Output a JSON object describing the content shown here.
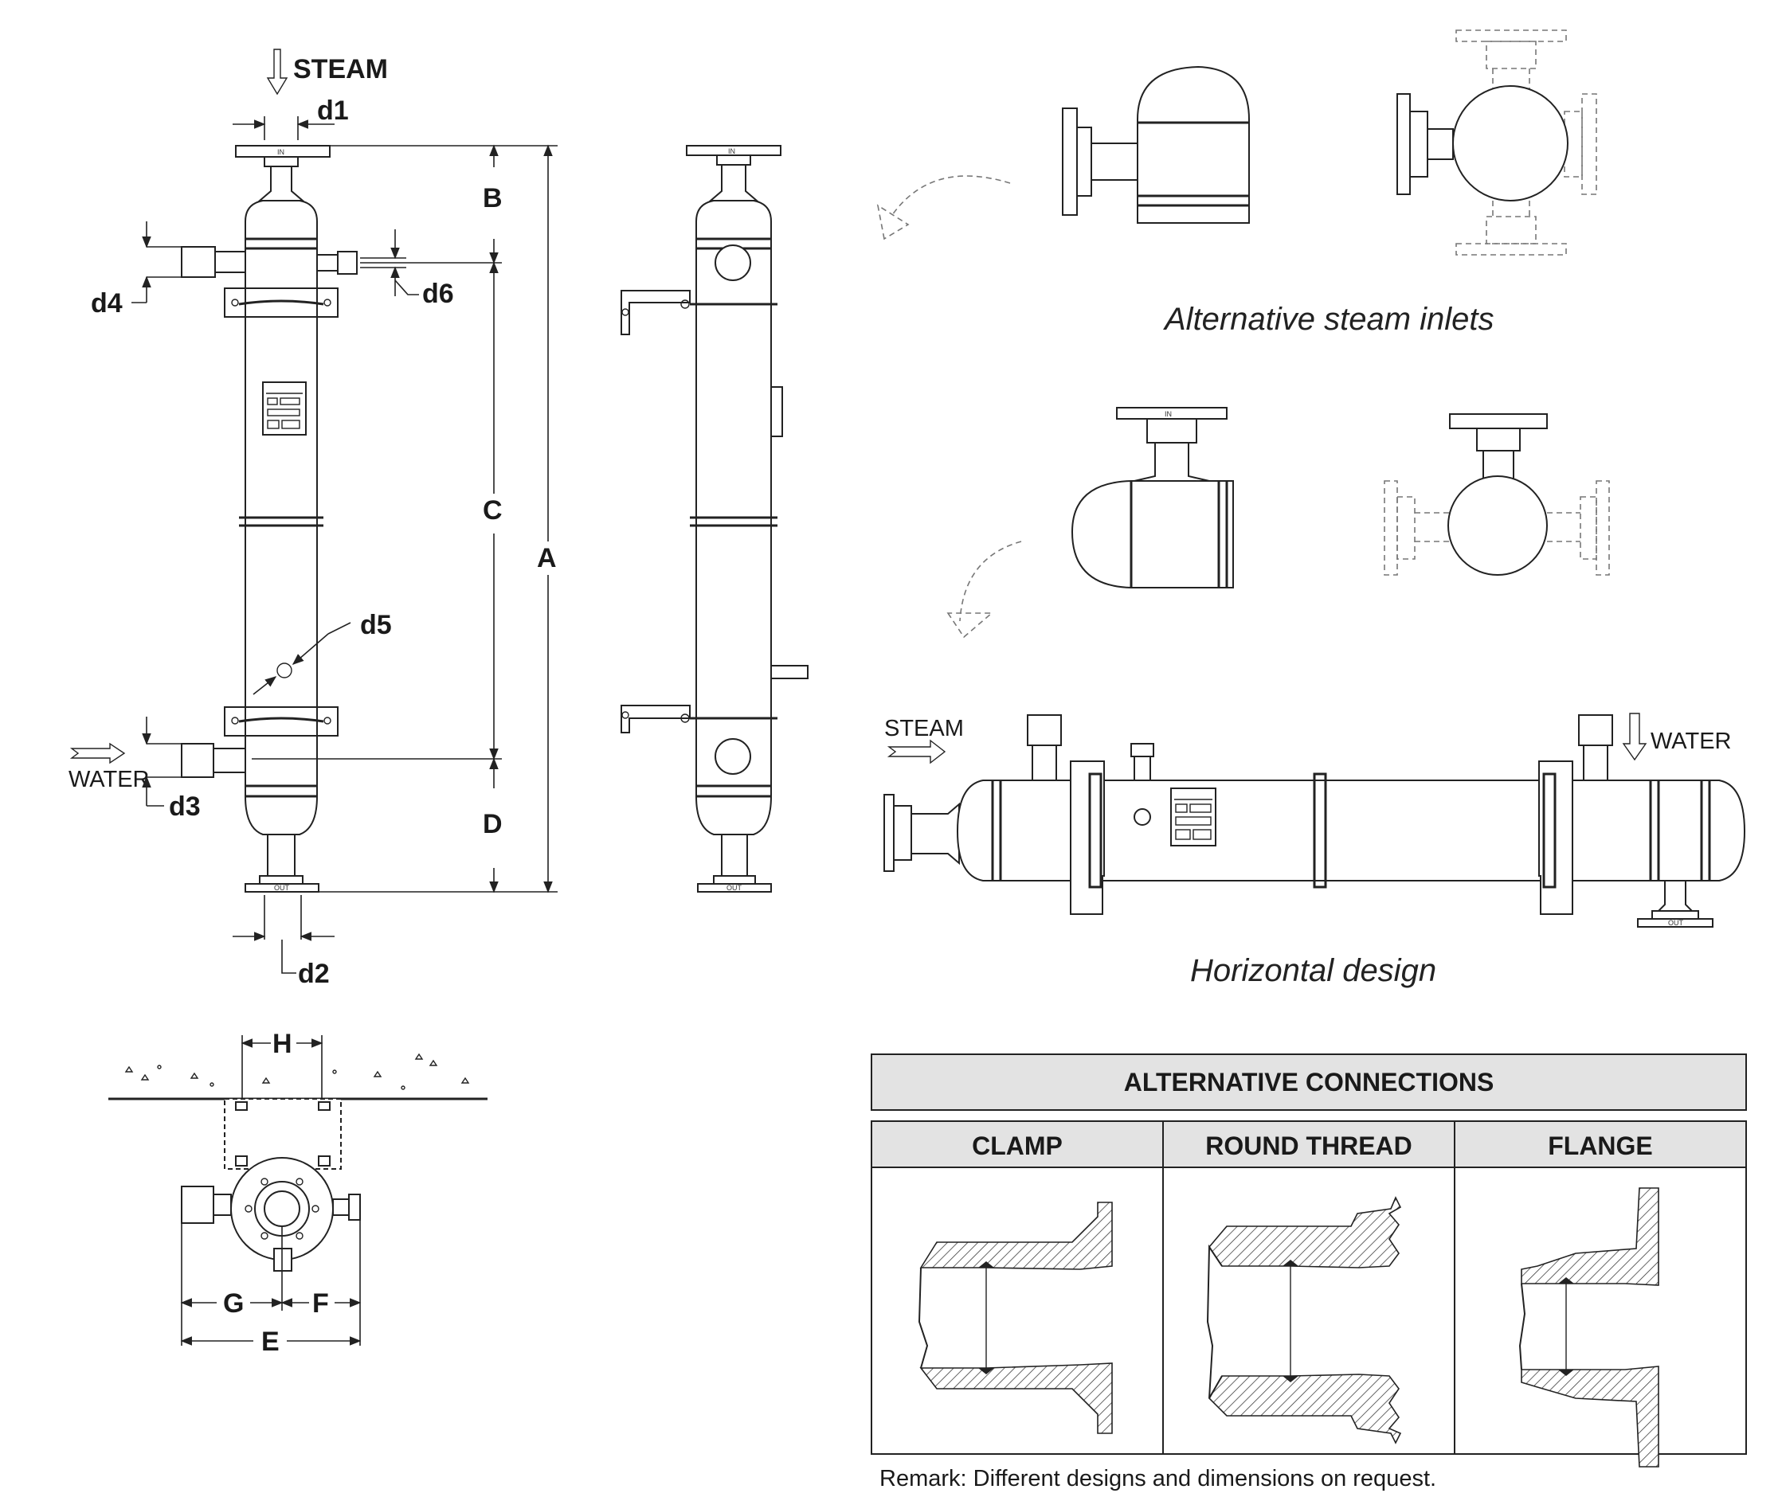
{
  "labels": {
    "steam_top": "STEAM",
    "d1": "d1",
    "d2": "d2",
    "d3": "d3",
    "d4": "d4",
    "d5": "d5",
    "d6": "d6",
    "A": "A",
    "B": "B",
    "C": "C",
    "D": "D",
    "water_left": "WATER",
    "H": "H",
    "E": "E",
    "F": "F",
    "G": "G",
    "steam_horizontal": "STEAM",
    "water_horizontal": "WATER",
    "nameplate_in": "IN",
    "nameplate_out": "OUT"
  },
  "captions": {
    "alternative_steam_inlets": "Alternative steam inlets",
    "horizontal_design": "Horizontal design"
  },
  "table": {
    "title": "ALTERNATIVE CONNECTIONS",
    "columns": [
      "CLAMP",
      "ROUND THREAD",
      "FLANGE"
    ]
  },
  "remark": "Remark: Different designs and dimensions on request."
}
